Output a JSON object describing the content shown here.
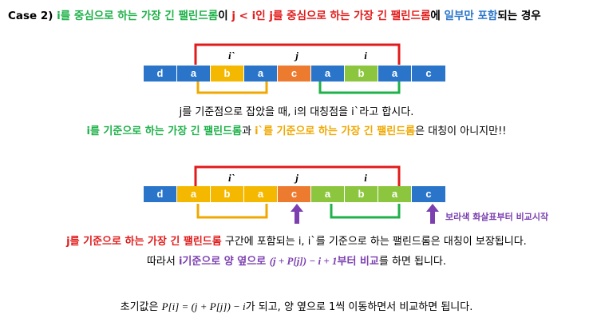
{
  "title": {
    "prefix": "Case 2) ",
    "part1": "i를 중심으로 하는 가장 긴 팰린드롬",
    "part2": "이 ",
    "part3": "j < i인 j를 중심으로 하는 가장 긴 팰린드롬",
    "part4": "에 ",
    "part5": "일부만 포함",
    "part6": "되는 경우"
  },
  "colors": {
    "blue": "#2a75c9",
    "yellow": "#f5b800",
    "orange": "#ec7b30",
    "green": "#8cc63e",
    "red_bracket": "#e11b1b",
    "yellow_bracket": "#f0a800",
    "green_bracket": "#1fb14a",
    "purple": "#7b3fb0"
  },
  "diagram1": {
    "cells": [
      "d",
      "a",
      "b",
      "a",
      "c",
      "a",
      "b",
      "a",
      "c"
    ],
    "labels": [
      "i`",
      "j",
      "i"
    ]
  },
  "diagram2": {
    "cells": [
      "d",
      "a",
      "b",
      "a",
      "c",
      "a",
      "b",
      "a",
      "c"
    ],
    "labels": [
      "i`",
      "j",
      "i"
    ],
    "note": "보라색 화살표부터 비교시작"
  },
  "text1": "j를 기준점으로 잡았을 때, i의 대칭점을 i`라고 합시다.",
  "text2": {
    "part1": "i를 기준으로 하는 가장 긴 팰린드롬",
    "part2": "과 ",
    "part3": "i`를 기준으로 하는 가장 긴 팰린드롬",
    "part4": "은 대칭이 아니지만!!"
  },
  "text3": {
    "part1": "j를 기준으로 하는 가장 긴 팰린드롬",
    "part2": " 구간에 포함되는 i, i`를 기준으로 하는 팰린드롬은 대칭이 보장됩니다."
  },
  "text4": {
    "part1": "따라서 ",
    "part2": "i기준으로 양 옆으로 ",
    "math": "(j + P[j]) − i + 1",
    "part3": "부터 비교",
    "part4": "를 하면 됩니다."
  },
  "text5": {
    "part1": "초기값은 ",
    "math": "P[i] = (j + P[j]) − i",
    "part2": "가 되고, 양 옆으로 1씩 이동하면서 비교하면 됩니다."
  }
}
